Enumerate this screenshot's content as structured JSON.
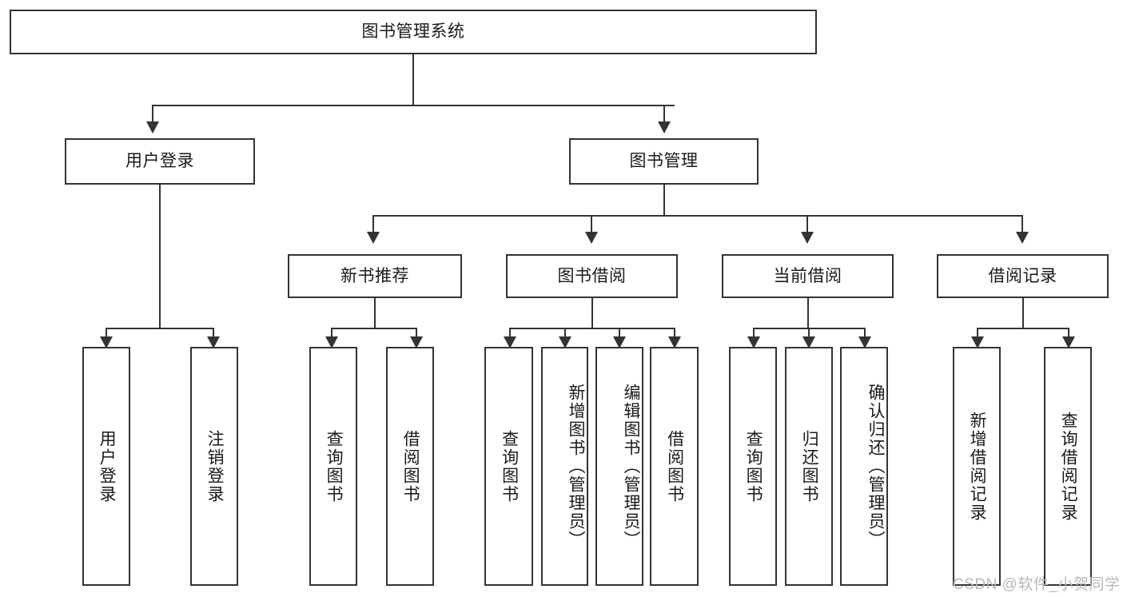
{
  "diagram": {
    "title": "图书管理系统",
    "root": {
      "label": "图书管理系统"
    },
    "level2": [
      {
        "label": "用户登录"
      },
      {
        "label": "图书管理"
      }
    ],
    "level3": [
      {
        "label": "新书推荐"
      },
      {
        "label": "图书借阅"
      },
      {
        "label": "当前借阅"
      },
      {
        "label": "借阅记录"
      }
    ],
    "leaves": {
      "user_login": [
        {
          "label": "用户登录"
        },
        {
          "label": "注销登录"
        }
      ],
      "new_book_recommend": [
        {
          "label": "查询图书"
        },
        {
          "label": "借阅图书"
        }
      ],
      "book_borrow": [
        {
          "label": "查询图书"
        },
        {
          "label": "新增图书（管理员）"
        },
        {
          "label": "编辑图书（管理员）"
        },
        {
          "label": "借阅图书"
        }
      ],
      "current_borrow": [
        {
          "label": "查询图书"
        },
        {
          "label": "归还图书"
        },
        {
          "label": "确认归还（管理员）"
        }
      ],
      "borrow_record": [
        {
          "label": "新增借阅记录"
        },
        {
          "label": "查询借阅记录"
        }
      ]
    }
  },
  "watermark": {
    "text": "CSDN @软件_小贺同学"
  },
  "colors": {
    "stroke": "#333333",
    "background": "#ffffff",
    "text": "#1a1a1a",
    "watermark": "#b8b8b8"
  }
}
